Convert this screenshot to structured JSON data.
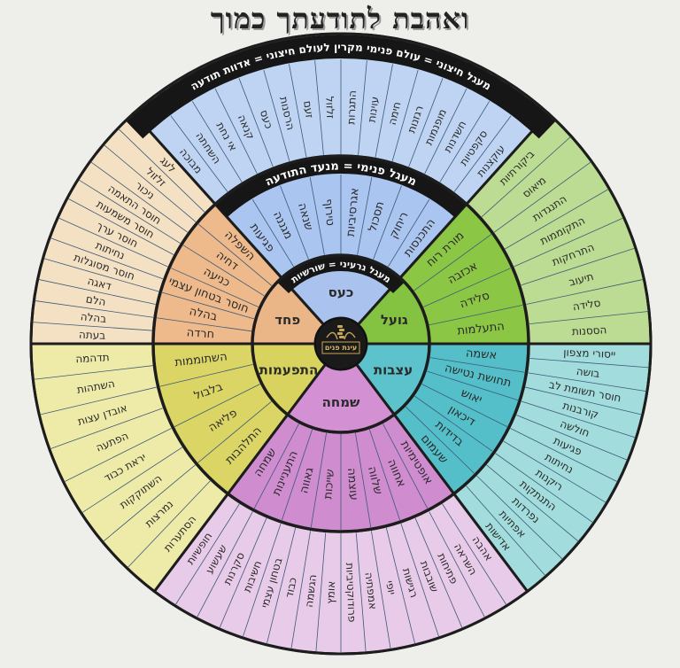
{
  "title": "ואהבת לתודעתך כמוך",
  "logo": {
    "text": "עינת פנים"
  },
  "bands": {
    "outer": "מעגל חיצוני = עולם פנימי מקרין לעולם חיצוני = אדוות תודעה",
    "middle": "מעגל פנימי = מנעד התודעה",
    "core": "מעגל גרעיני = שורשיות"
  },
  "sectors": [
    {
      "id": "anger",
      "core": "כעס",
      "colors": {
        "core": "#a9c3ee",
        "mid": "#aac5ef",
        "out": "#bed4f2"
      },
      "middle": [
        "פגיעות",
        "מגננה",
        "שנאה",
        "טירוף",
        "אגרסיביות",
        "תסכול",
        "ריחוק",
        "התכנסות"
      ],
      "outer": [
        "מבוכה",
        "השחתה",
        "אי נחת",
        "קנאה",
        "כעס",
        "הרסנות",
        "זעם",
        "זלזול",
        "התגרות",
        "עוינות",
        "חימה",
        "רגזנות",
        "מופנמות",
        "חשדנות",
        "סקפטיות",
        "עוקצנות"
      ]
    },
    {
      "id": "disgust",
      "core": "גועל",
      "colors": {
        "core": "#84c341",
        "mid": "#8cc645",
        "out": "#bbdc92"
      },
      "middle": [
        "מורת רוח",
        "אכזבה",
        "סלידה",
        "התעלמות"
      ],
      "outer": [
        "ביקורתיות",
        "מיאוס",
        "התנגדות",
        "התקוממות",
        "התרחקות",
        "תיעוב",
        "סלידה",
        "הססנות"
      ]
    },
    {
      "id": "sadness",
      "core": "עצבות",
      "colors": {
        "core": "#5cc2cc",
        "mid": "#55bfc9",
        "out": "#a2dcdc"
      },
      "middle": [
        "אשמה",
        "תחושת נטישה",
        "יאוש",
        "דיכאון",
        "בדידות",
        "שעמום"
      ],
      "outer": [
        "ייסורי מצפון",
        "בושה",
        "חוסר תשומת לב",
        "קורבנות",
        "חולשה",
        "פגיעות",
        "נחיתות",
        "ריקנות",
        "התנתקות",
        "נפרדות",
        "אפתיות",
        "אדישות"
      ]
    },
    {
      "id": "joy",
      "core": "שמחה",
      "colors": {
        "core": "#d390d3",
        "mid": "#cf8ccf",
        "out": "#e8cbe8"
      },
      "middle": [
        "אופטימיות",
        "אחווה",
        "שלווה",
        "עוצמה",
        "שייכות",
        "גאווה",
        "התעניינות",
        "שמחה"
      ],
      "outer": [
        "אהבה",
        "השראה",
        "פתיחות",
        "שובבות",
        "רגישות",
        "יופי",
        "אמפתיה",
        "פרודוקטיביות",
        "אומץ",
        "הגשמה",
        "כבוד",
        "בטחון עצמי",
        "חשיבות",
        "סקרנות",
        "שעשוע",
        "חופשיות"
      ]
    },
    {
      "id": "wonder",
      "core": "התפעמות",
      "colors": {
        "core": "#d8d35e",
        "mid": "#dad565",
        "out": "#eeeba9"
      },
      "middle": [
        "התלהבות",
        "פליאה",
        "בלבול",
        "השתוממות"
      ],
      "outer": [
        "הסתערות",
        "נמרצות",
        "השתוקקות",
        "יראת כבוד",
        "הפתעה",
        "אובדן עצות",
        "השתהות",
        "תדהמה"
      ]
    },
    {
      "id": "fear",
      "core": "פחד",
      "colors": {
        "core": "#eab687",
        "mid": "#eeba8c",
        "out": "#f4e0c2"
      },
      "middle": [
        "חרדה",
        "בהלה",
        "חוסר בטחון עצמי",
        "כניעה",
        "דחיה",
        "השפלה"
      ],
      "outer": [
        "בעתה",
        "בהלה",
        "הלם",
        "דאגה",
        "חוסר מסוגלות",
        "נחיתות",
        "חוסר ערך",
        "חוסר משמעות",
        "חוסר התאמה",
        "ניכור",
        "זלזול",
        "לעג"
      ]
    }
  ]
}
